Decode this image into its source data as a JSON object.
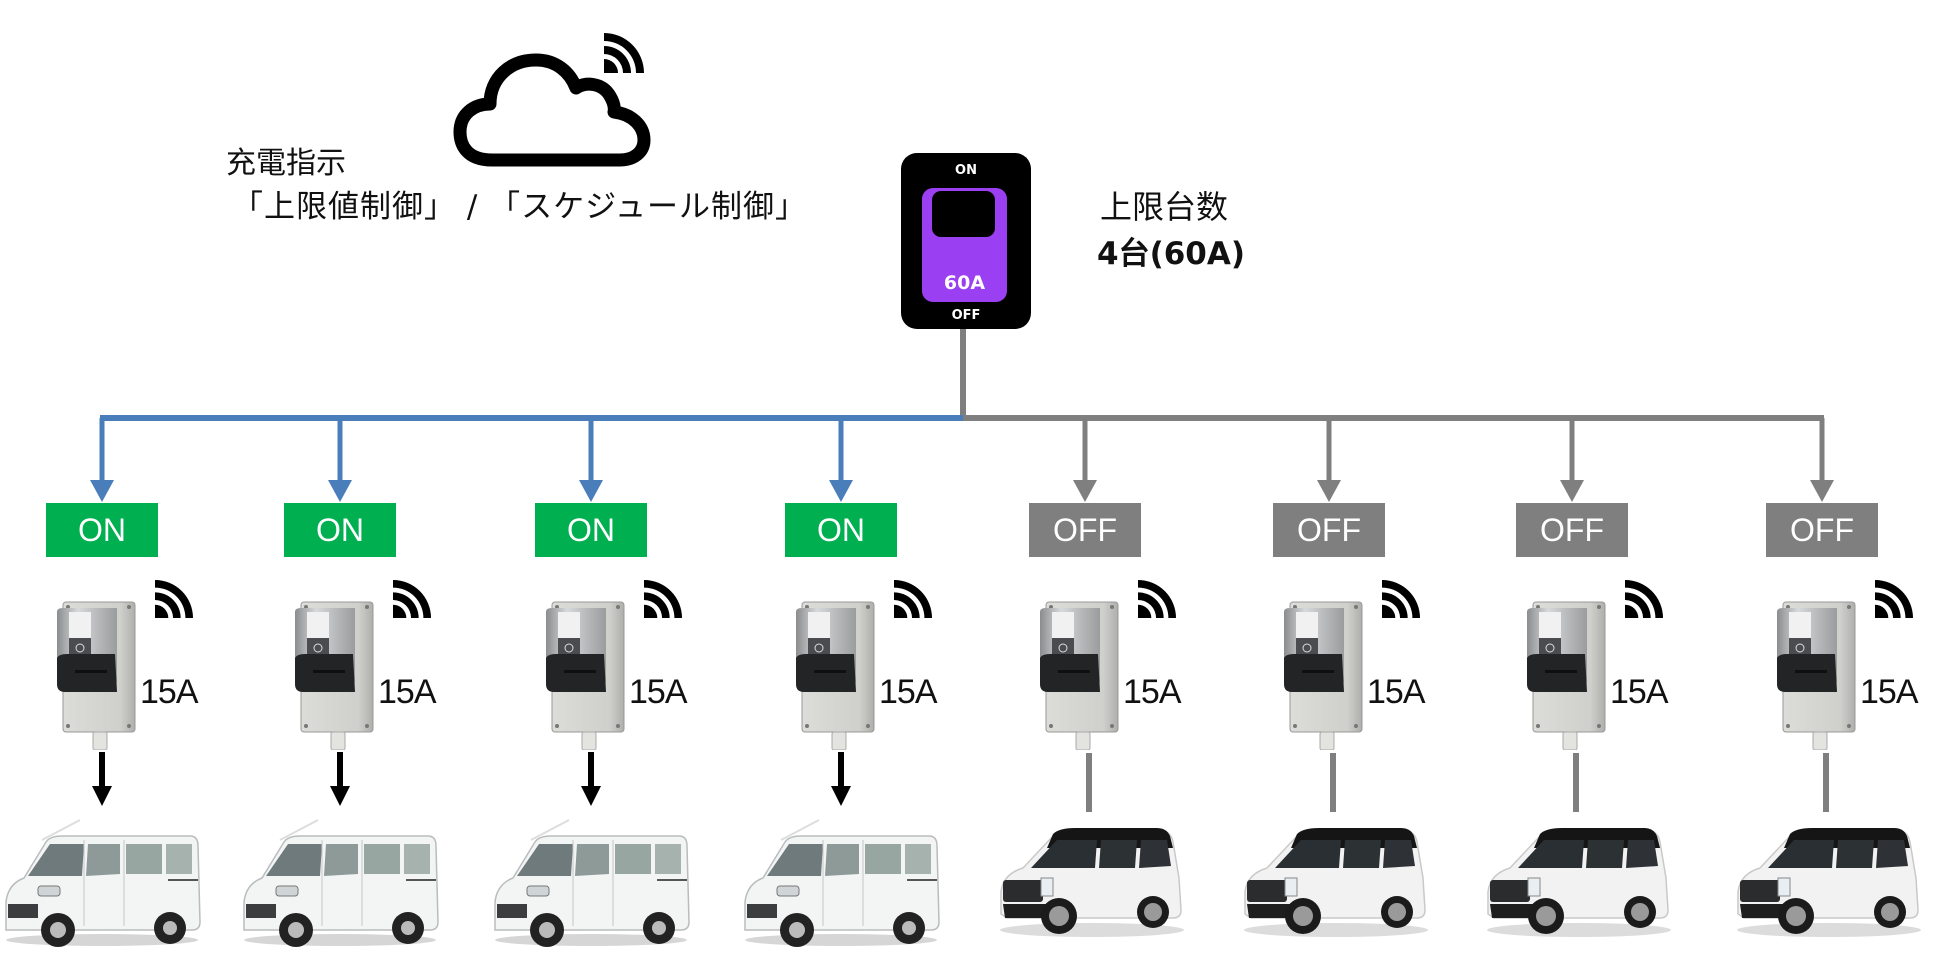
{
  "instruction": {
    "title": "充電指示",
    "modes": "「上限値制御」 / 「スケジュール制御」"
  },
  "cloud": {
    "icon": "cloud-icon",
    "signal_icon": "wifi-icon"
  },
  "main_breaker": {
    "on_label": "ON",
    "off_label": "OFF",
    "rating": "60A",
    "color": "#9b3ff2"
  },
  "limit": {
    "label": "上限台数",
    "value": "4台(60A)"
  },
  "colors": {
    "on_status": "#00b050",
    "off_status": "#7f7f7f",
    "on_wire": "#4a7ebb",
    "off_wire": "#7f7f7f"
  },
  "stations": [
    {
      "status": "ON",
      "current": "15A",
      "vehicle": "minivan"
    },
    {
      "status": "ON",
      "current": "15A",
      "vehicle": "minivan"
    },
    {
      "status": "ON",
      "current": "15A",
      "vehicle": "minivan"
    },
    {
      "status": "ON",
      "current": "15A",
      "vehicle": "minivan"
    },
    {
      "status": "OFF",
      "current": "15A",
      "vehicle": "compact-car"
    },
    {
      "status": "OFF",
      "current": "15A",
      "vehicle": "compact-car"
    },
    {
      "status": "OFF",
      "current": "15A",
      "vehicle": "compact-car"
    },
    {
      "status": "OFF",
      "current": "15A",
      "vehicle": "compact-car"
    }
  ]
}
